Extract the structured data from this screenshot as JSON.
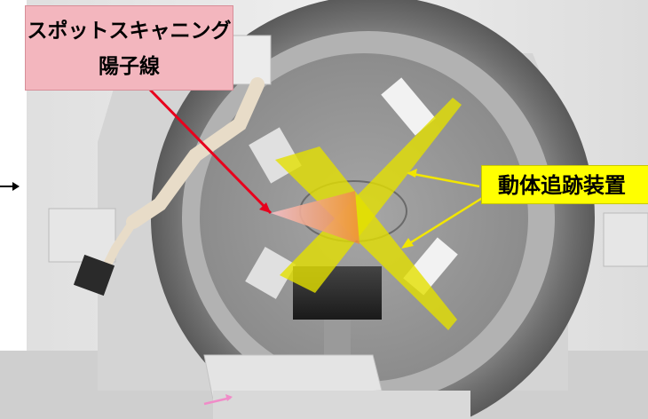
{
  "scene": {
    "description_icon": "proton-therapy-gantry-photo"
  },
  "labels": {
    "spot_scanning_line1": "スポットスキャニング",
    "spot_scanning_line2": "陽子線",
    "motion_tracking": "動体追跡装置"
  },
  "colors": {
    "beam_label_bg": "#f3b6be",
    "tracker_label_bg": "#ffff00",
    "beam_arrow": "#e8001c",
    "tracker_arrow": "#f2e600",
    "xray_beam": "#e4e000",
    "pink_arrow": "#f08cc8"
  }
}
